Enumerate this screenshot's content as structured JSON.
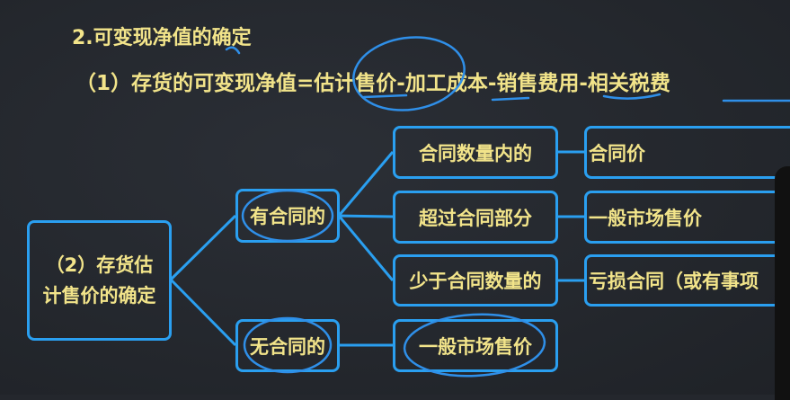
{
  "heading": "2.可变现净值的确定",
  "formula": "（1）存货的可变现净值=估计售价-加工成本-销售费用-相关税费",
  "diagram": {
    "root": "（2）存货估计售价的确定",
    "branches": [
      {
        "label": "有合同的",
        "children": [
          {
            "case": "合同数量内的",
            "result": "合同价"
          },
          {
            "case": "超过合同部分",
            "result": "一般市场售价"
          },
          {
            "case": "少于合同数量的",
            "result": "亏损合同（或有事项"
          }
        ]
      },
      {
        "label": "无合同的",
        "children": [
          {
            "case": "一般市场售价"
          }
        ]
      }
    ]
  },
  "colors": {
    "text": "#f2e48a",
    "box": "#2a9ff0",
    "annotation": "#2f8fe8"
  }
}
